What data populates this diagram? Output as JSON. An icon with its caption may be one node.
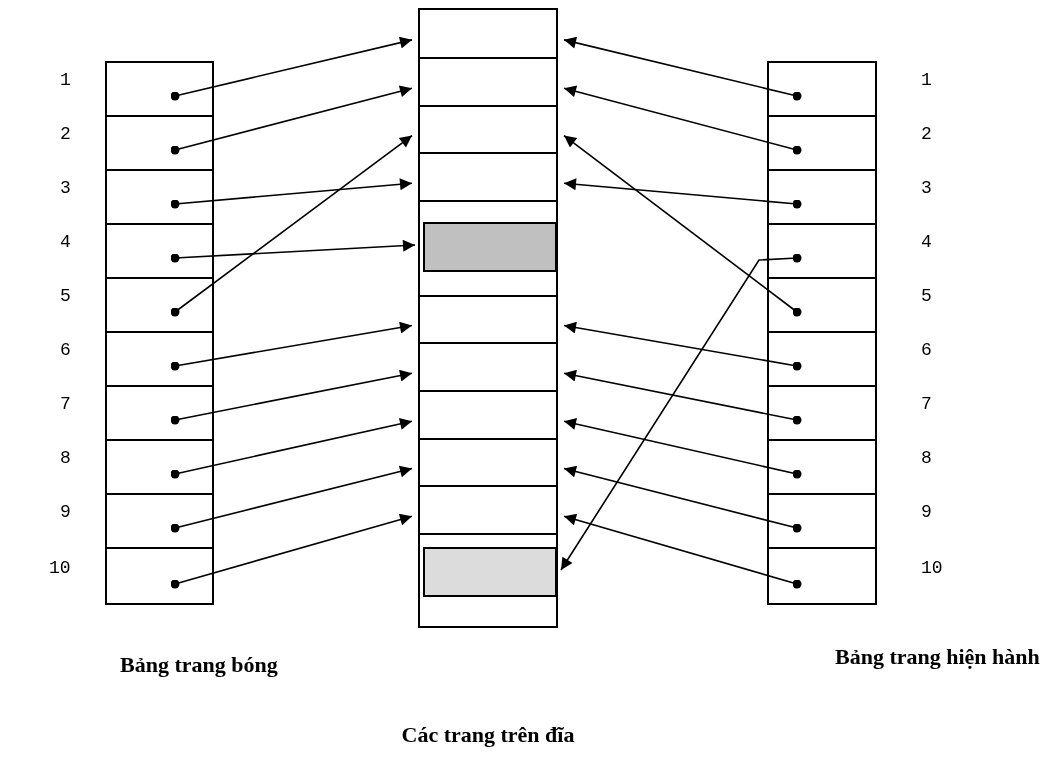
{
  "diagram": {
    "nodes": [
      {
        "text": [
          "Bảng trang bóng"
        ]
      },
      {
        "text": [],
        "shape": "box",
        "in": 0,
        "beside": [
          "1"
        ]
      },
      {
        "text": [],
        "shape": "box",
        "in": 0,
        "beside": [
          "2"
        ]
      },
      {
        "text": [],
        "shape": "box",
        "in": 0,
        "beside": [
          "3"
        ]
      },
      {
        "text": [],
        "shape": "box",
        "in": 0,
        "beside": [
          "4"
        ]
      },
      {
        "text": [],
        "shape": "box",
        "in": 0,
        "beside": [
          "5"
        ]
      },
      {
        "text": [],
        "shape": "box",
        "in": 0,
        "beside": [
          "6"
        ]
      },
      {
        "text": [],
        "shape": "box",
        "in": 0,
        "beside": [
          "7"
        ]
      },
      {
        "text": [],
        "shape": "box",
        "in": 0,
        "beside": [
          "8"
        ]
      },
      {
        "text": [],
        "shape": "box",
        "in": 0,
        "beside": [
          "9"
        ]
      },
      {
        "text": [],
        "shape": "box",
        "in": 0,
        "beside": [
          "10"
        ]
      },
      {
        "text": [
          "Các trang trên đĩa"
        ]
      },
      {
        "text": [],
        "shape": "box",
        "in": 11
      },
      {
        "text": [],
        "shape": "box",
        "in": 11
      },
      {
        "text": [],
        "shape": "box",
        "in": 11
      },
      {
        "text": [],
        "shape": "box",
        "in": 11
      },
      {
        "text": [],
        "shape": "box",
        "in": 11
      },
      {
        "text": [],
        "shape": "box",
        "in": 11
      },
      {
        "text": [],
        "shape": "box",
        "in": 11
      },
      {
        "text": [],
        "shape": "box",
        "in": 11
      },
      {
        "text": [],
        "shape": "box",
        "in": 11
      },
      {
        "text": [],
        "shape": "box",
        "in": 11
      },
      {
        "text": [],
        "shape": "box",
        "in": 11
      },
      {
        "text": [],
        "shape": "box",
        "in": 16
      },
      {
        "text": [],
        "shape": "box",
        "in": 22
      },
      {
        "text": [
          "Bảng trang hiện hành"
        ]
      },
      {
        "text": [],
        "shape": "box",
        "in": 25,
        "beside": [
          "1"
        ]
      },
      {
        "text": [],
        "shape": "box",
        "in": 25,
        "beside": [
          "2"
        ]
      },
      {
        "text": [],
        "shape": "box",
        "in": 25,
        "beside": [
          "3"
        ]
      },
      {
        "text": [],
        "shape": "box",
        "in": 25,
        "beside": [
          "4"
        ]
      },
      {
        "text": [],
        "shape": "box",
        "in": 25,
        "beside": [
          "5"
        ]
      },
      {
        "text": [],
        "shape": "box",
        "in": 25,
        "beside": [
          "6"
        ]
      },
      {
        "text": [],
        "shape": "box",
        "in": 25,
        "beside": [
          "7"
        ]
      },
      {
        "text": [],
        "shape": "box",
        "in": 25,
        "beside": [
          "8"
        ]
      },
      {
        "text": [],
        "shape": "box",
        "in": 25,
        "beside": [
          "9"
        ]
      },
      {
        "text": [],
        "shape": "box",
        "in": 25,
        "beside": [
          "10"
        ]
      }
    ],
    "edges": [
      {
        "from": 1,
        "to": 12,
        "arrow": "to"
      },
      {
        "from": 2,
        "to": 13,
        "arrow": "to"
      },
      {
        "from": 3,
        "to": 15,
        "arrow": "to"
      },
      {
        "from": 4,
        "to": 23,
        "arrow": "to"
      },
      {
        "from": 5,
        "to": 14,
        "arrow": "to"
      },
      {
        "from": 6,
        "to": 17,
        "arrow": "to"
      },
      {
        "from": 7,
        "to": 18,
        "arrow": "to"
      },
      {
        "from": 8,
        "to": 19,
        "arrow": "to"
      },
      {
        "from": 9,
        "to": 20,
        "arrow": "to"
      },
      {
        "from": 10,
        "to": 21,
        "arrow": "to"
      },
      {
        "from": 26,
        "to": 12,
        "arrow": "to"
      },
      {
        "from": 27,
        "to": 13,
        "arrow": "to"
      },
      {
        "from": 28,
        "to": 15,
        "arrow": "to"
      },
      {
        "from": 29,
        "to": 24,
        "arrow": "to"
      },
      {
        "from": 30,
        "to": 14,
        "arrow": "to"
      },
      {
        "from": 31,
        "to": 17,
        "arrow": "to"
      },
      {
        "from": 32,
        "to": 18,
        "arrow": "to"
      },
      {
        "from": 33,
        "to": 19,
        "arrow": "to"
      },
      {
        "from": 34,
        "to": 20,
        "arrow": "to"
      },
      {
        "from": 35,
        "to": 21,
        "arrow": "to"
      }
    ]
  }
}
